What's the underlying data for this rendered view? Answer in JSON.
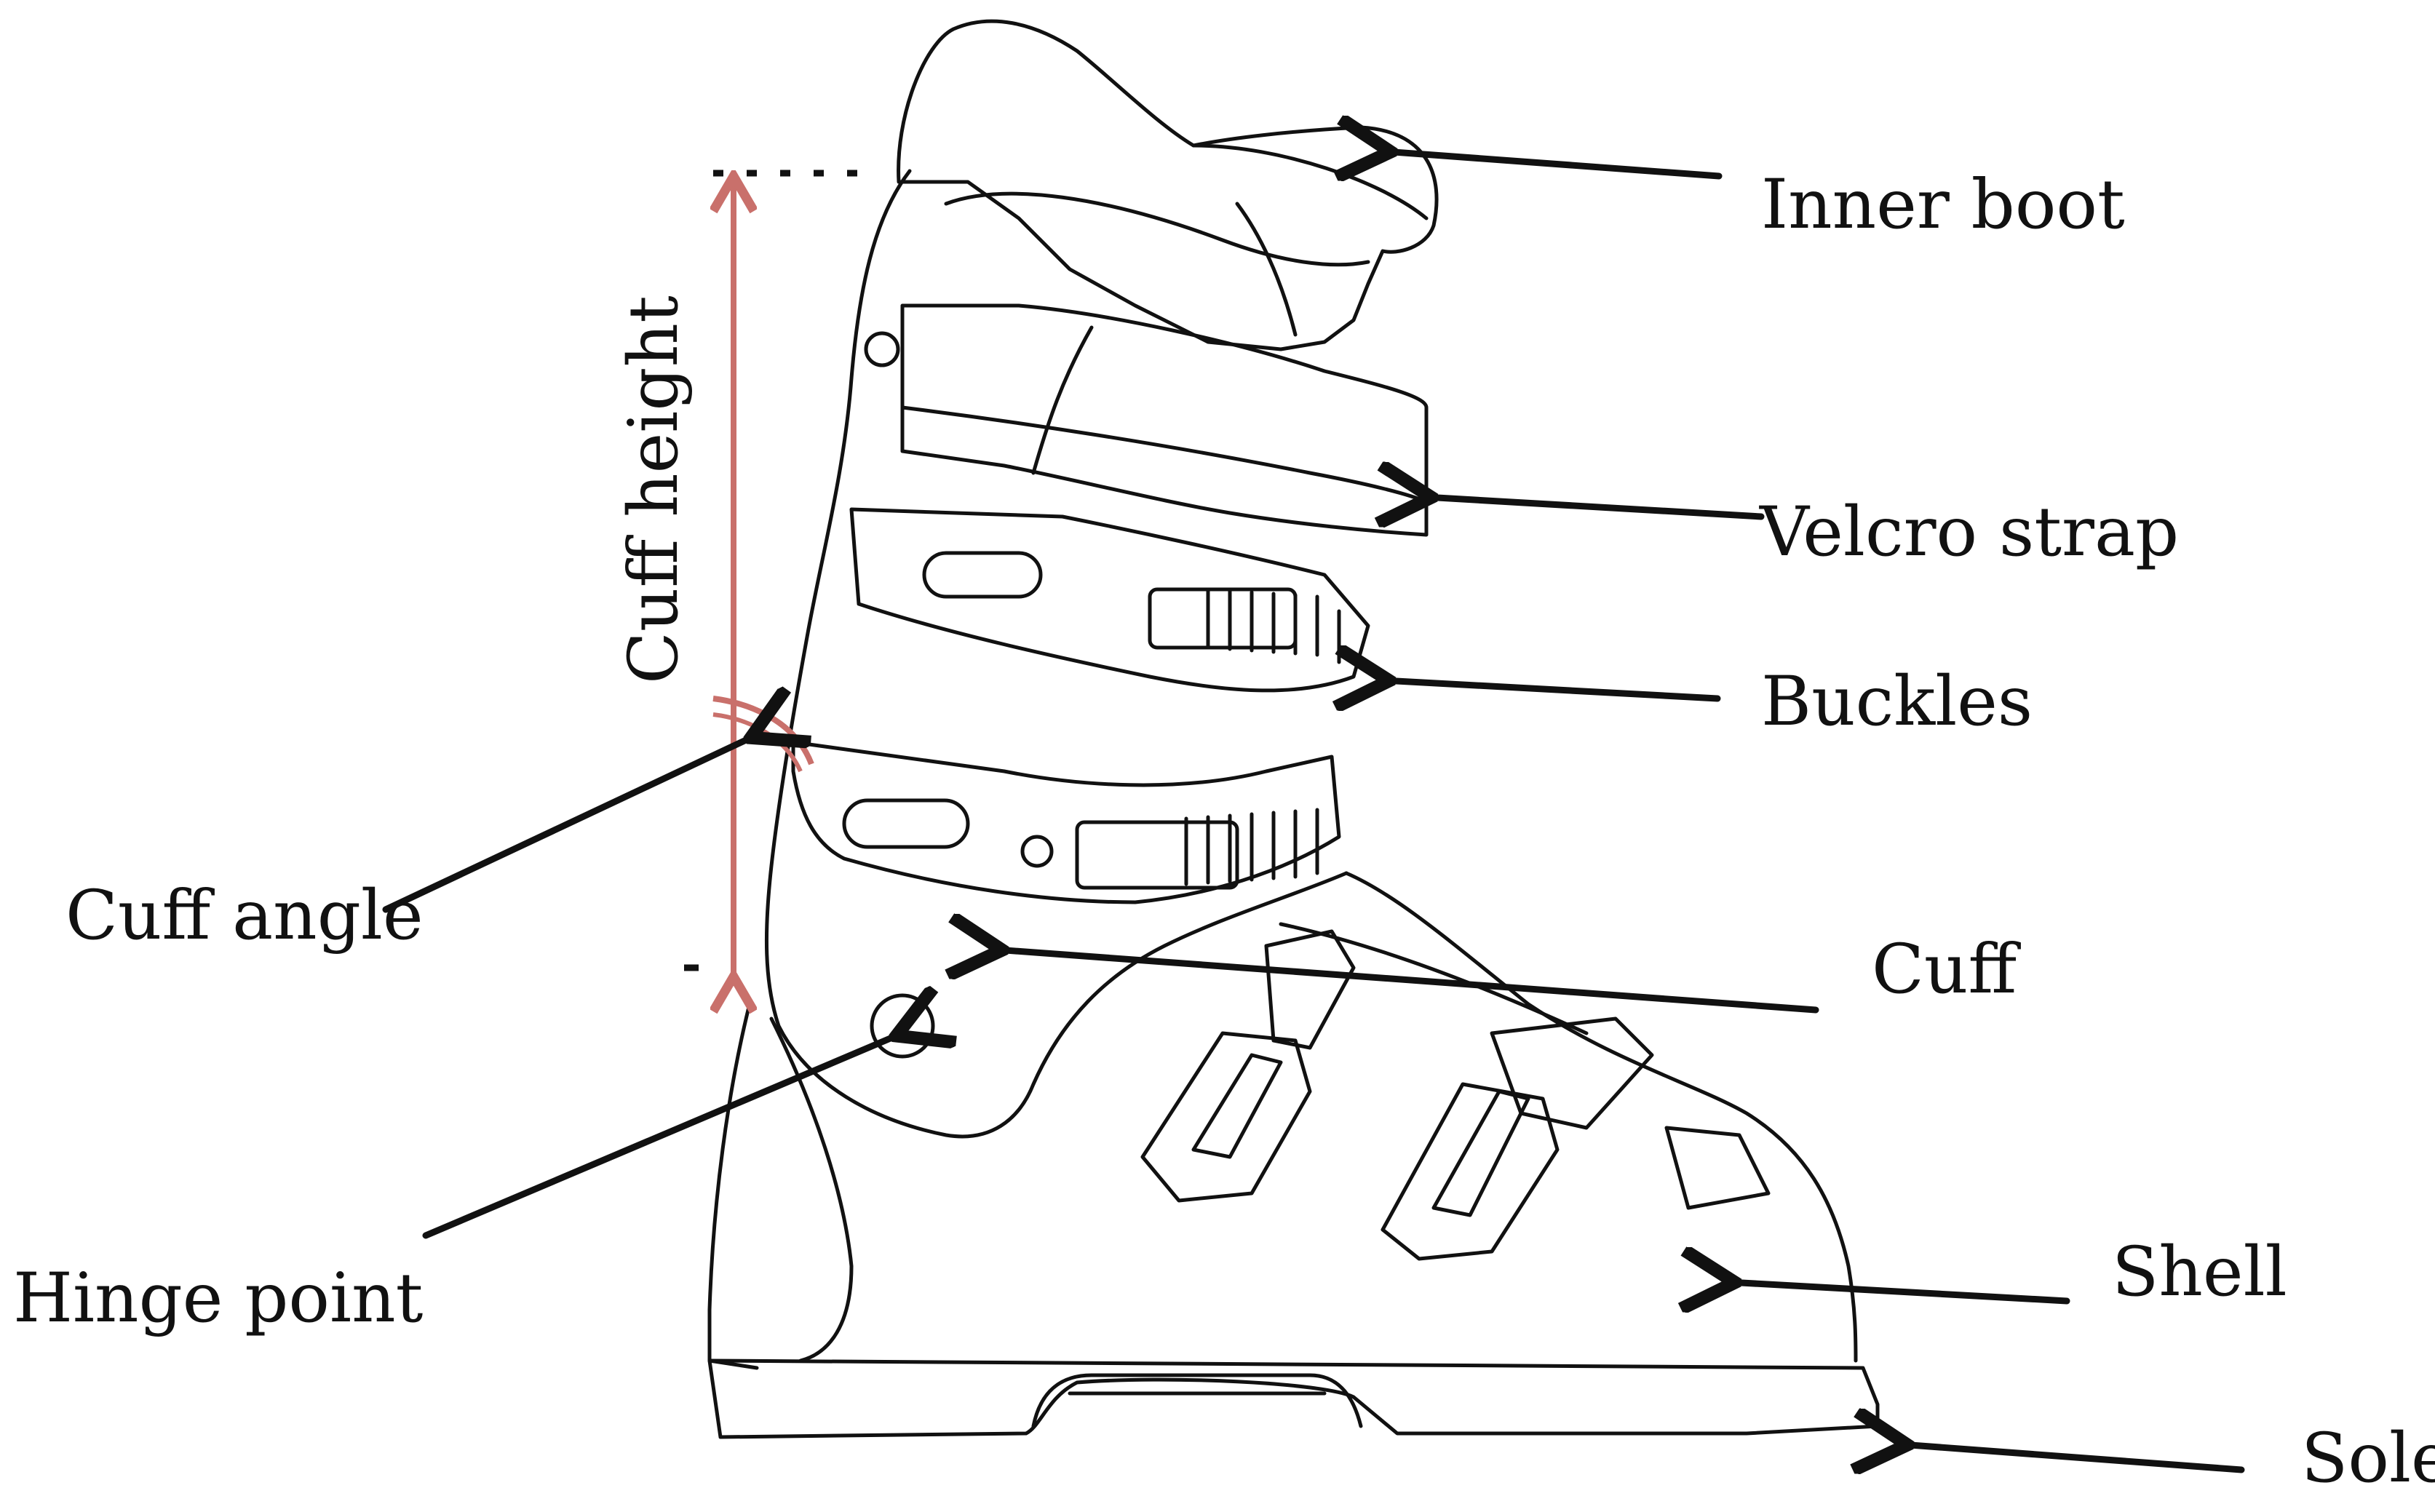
{
  "diagram": {
    "subject": "ski boot",
    "labels": {
      "inner_boot": "Inner boot",
      "velcro_strap": "Velcro strap",
      "buckles": "Buckles",
      "cuff_height": "Cuff height",
      "cuff_angle": "Cuff angle",
      "cuff": "Cuff",
      "hinge_point": "Hinge point",
      "shell": "Shell",
      "sole": "Sole"
    },
    "colors": {
      "outline": "#111111",
      "measure_arrow": "#c9706b",
      "background": "#ffffff"
    }
  }
}
